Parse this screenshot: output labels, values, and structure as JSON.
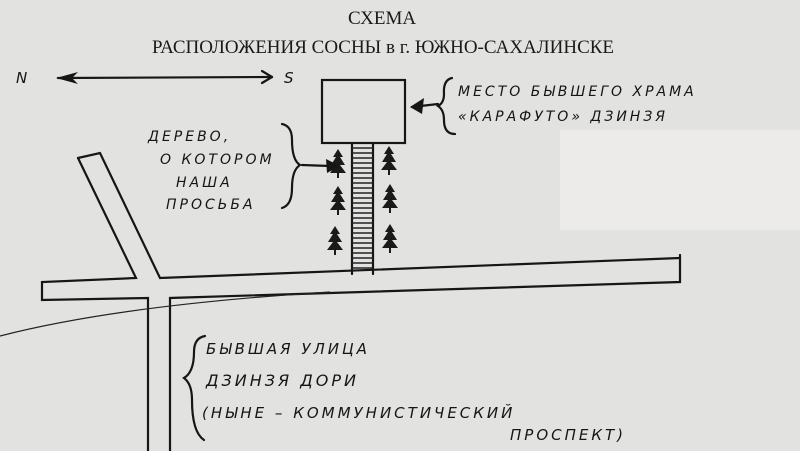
{
  "title": {
    "line1": "СХЕМА",
    "line2": "РАСПОЛОЖЕНИЯ СОСНЫ в г. ЮЖНО-САХАЛИНСКЕ"
  },
  "compass": {
    "north": "N",
    "south": "S"
  },
  "labels": {
    "temple": [
      "МЕСТО БЫВШЕГО ХРАМА",
      "«КАРАФУТО» ДЗИНЗЯ"
    ],
    "tree": [
      "ДЕРЕВО,",
      "О КОТОРОМ",
      "НАША",
      "ПРОСЬБА"
    ],
    "street": [
      "БЫВШАЯ УЛИЦА",
      "ДЗИНЗЯ ДОРИ",
      "(НЫНЕ – КОММУНИСТИЧЕСКИЙ",
      "ПРОСПЕКТ)"
    ]
  }
}
